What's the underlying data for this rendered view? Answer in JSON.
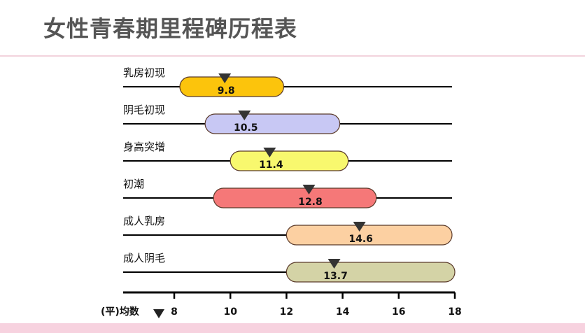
{
  "title": "女性青春期里程碑历程表",
  "chart_data": {
    "type": "range-bar",
    "title": "女性青春期里程碑历程表",
    "xlim": [
      6,
      18
    ],
    "xticks": [
      8,
      10,
      12,
      14,
      16,
      18
    ],
    "legend": "(平)均数",
    "rows": [
      {
        "label": "乳房初现",
        "start": 8.2,
        "end": 11.9,
        "mean": 9.8,
        "mean_label": "9.8",
        "color": "#fcc40c"
      },
      {
        "label": "阴毛初现",
        "start": 9.1,
        "end": 13.9,
        "mean": 10.5,
        "mean_label": "10.5",
        "color": "#c8c8f4"
      },
      {
        "label": "身高突增",
        "start": 10.0,
        "end": 14.2,
        "mean": 11.4,
        "mean_label": "11.4",
        "color": "#f8f86e"
      },
      {
        "label": "初潮",
        "start": 9.4,
        "end": 15.2,
        "mean": 12.8,
        "mean_label": "12.8",
        "color": "#f57878"
      },
      {
        "label": "成人乳房",
        "start": 12.0,
        "end": 17.9,
        "mean": 14.6,
        "mean_label": "14.6",
        "color": "#fcd0a2"
      },
      {
        "label": "成人阴毛",
        "start": 12.0,
        "end": 18.0,
        "mean": 13.7,
        "mean_label": "13.7",
        "color": "#d4d3a6"
      }
    ]
  }
}
